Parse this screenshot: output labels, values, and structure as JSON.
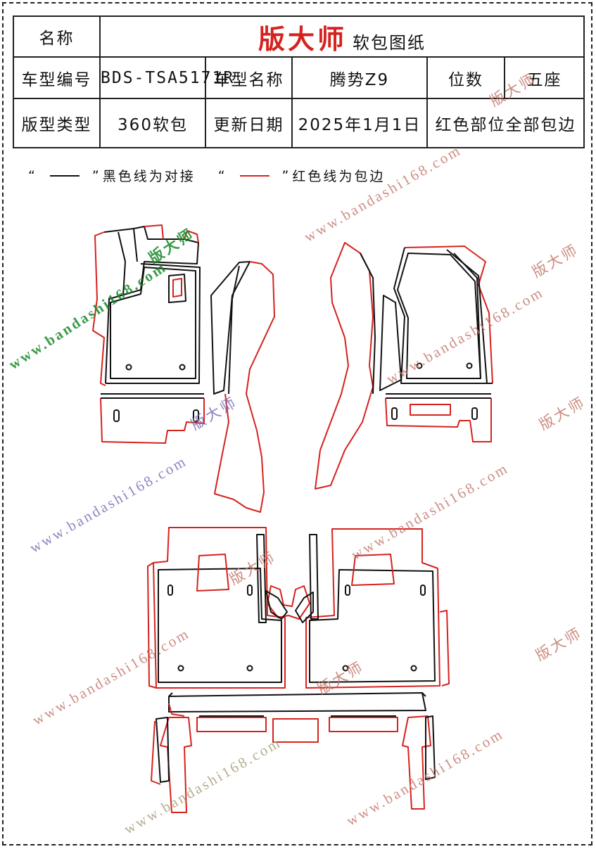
{
  "header": {
    "name_label": "名称",
    "brand": "版大师",
    "brand_sub": "软包图纸",
    "model_code_label": "车型编号",
    "model_code": "BDS-TSA5171R",
    "model_name_label": "车型名称",
    "model_name": "腾势Z9",
    "seats_label": "位数",
    "seats": "五座",
    "pattern_type_label": "版型类型",
    "pattern_type": "360软包",
    "update_date_label": "更新日期",
    "update_date": "2025年1月1日",
    "note": "红色部位全部包边"
  },
  "legend": {
    "quote_open": "“",
    "quote_close": "”",
    "black_text": "黑色线为对接",
    "red_text": "红色线为包边"
  },
  "watermarks": {
    "site": "www.bandashi168.com",
    "brand": "版大师"
  },
  "colors": {
    "edge_black": "#111111",
    "edge_red": "#d6221e",
    "brand_red": "#d6221e"
  }
}
